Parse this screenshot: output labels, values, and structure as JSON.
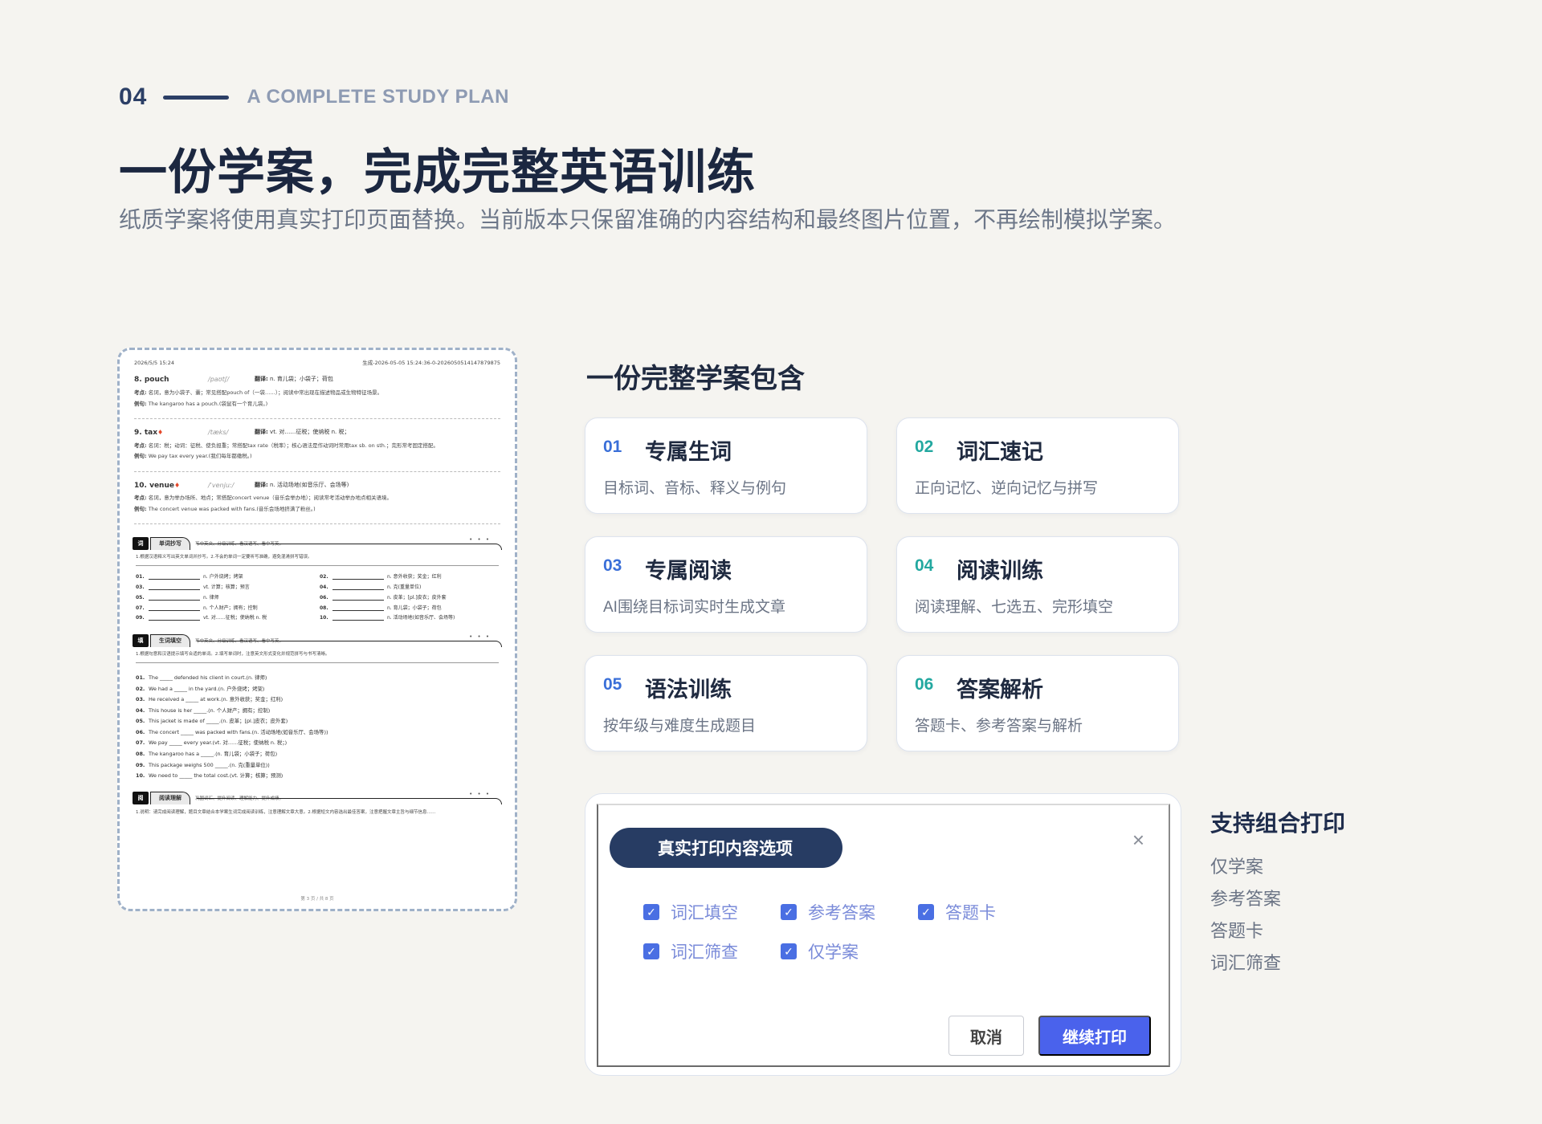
{
  "header": {
    "section_number": "04",
    "eyebrow": "A COMPLETE STUDY PLAN",
    "title": "一份学案，完成完整英语训练",
    "subtitle": "纸质学案将使用真实打印页面替换。当前版本只保留准确的内容结构和最终图片位置，不再绘制模拟学案。"
  },
  "worksheet": {
    "date": "2026/5/5 15:24",
    "doc_id": "生成-2026-05-05 15:24:36-0-2026050514147879875",
    "words": [
      {
        "name": "8.  pouch",
        "phonetic": "/paʊtʃ/",
        "translation_label": "翻译:",
        "translation": "n. 育儿袋；小袋子；荷包",
        "tip_label": "考点:",
        "tip": "名词，意为小袋子、囊；常见搭配pouch of（一袋……）；阅读中常出现在描述物品或生物特征场景。",
        "example_label": "例句:",
        "example": "The kangaroo has a pouch.(袋鼠有一个育儿袋。)"
      },
      {
        "name": "9.  tax",
        "phonetic": "/tæks/",
        "translation_label": "翻译:",
        "translation": "vt. 对……征税；使纳税 n. 税；",
        "tip_label": "考点:",
        "tip": "名词：税；动词：征税、使负担重；常搭配tax rate（税率）；核心语法是作动词时常用tax sb. on sth.；完形常考固定搭配。",
        "example_label": "例句:",
        "example": "We pay tax every year.(我们每年都缴税。)"
      },
      {
        "name": "10.  venue",
        "phonetic": "/ˈvenjuː/",
        "translation_label": "翻译:",
        "translation": "n. 活动场地(如音乐厅、会场等)",
        "tip_label": "考点:",
        "tip": "名词，意为举办场所、地点；常搭配concert venue（音乐会举办地）；阅读常考活动举办地点相关语境。",
        "example_label": "例句:",
        "example": "The concert venue was packed with fans.(音乐会场地挤满了粉丝。)"
      }
    ],
    "sections": [
      {
        "badge": "词",
        "name": "单词抄写",
        "desc": "写中英文、分级训练、看汉语写、看中写英。",
        "note": "1.根据汉语释义写出英文单词并抄写。2.不会的单词一定要听写准确，避免混淆拼写错误。"
      },
      {
        "badge": "填",
        "name": "生词填空",
        "desc": "写中英文、分级训练、看汉语写、看中写英。",
        "note": "1.根据句意和汉语提示填写合适的单词。2.填写单词时，注意英文形式变化并规范拼写与书写清晰。"
      },
      {
        "badge": "阅",
        "name": "阅读理解",
        "desc": "巩固词汇、提升阅读、理解能力、提升成绩。",
        "note": "1.说明：请完成阅读理解，题目文章结合本学案生词完成阅读训练，注意理解文章大意。2.根据短文内容选出最佳答案，注意把握文章主旨与细节信息……"
      }
    ],
    "copy_items": [
      {
        "n": "01.",
        "hint": "n. 户外烧烤；烤架"
      },
      {
        "n": "02.",
        "hint": "n. 意外收获；奖金；红利"
      },
      {
        "n": "03.",
        "hint": "vt. 计算；核算；预言"
      },
      {
        "n": "04.",
        "hint": "n. 克(重量单位)"
      },
      {
        "n": "05.",
        "hint": "n. 律师"
      },
      {
        "n": "06.",
        "hint": "n. 皮革；[pl.]皮衣；皮外套"
      },
      {
        "n": "07.",
        "hint": "n. 个人财产；拥有；控制"
      },
      {
        "n": "08.",
        "hint": "n. 育儿袋；小袋子；荷包"
      },
      {
        "n": "09.",
        "hint": "vt. 对……征税；使纳税 n. 税"
      },
      {
        "n": "10.",
        "hint": "n. 活动场地(如音乐厅、会场等)"
      }
    ],
    "fill_items": [
      {
        "n": "01.",
        "text": "The _____ defended his client in court.(n. 律师)"
      },
      {
        "n": "02.",
        "text": "We had a _____ in the yard.(n. 户外烧烤；烤架)"
      },
      {
        "n": "03.",
        "text": "He received a _____ at work.(n. 意外收获；奖金；红利)"
      },
      {
        "n": "04.",
        "text": "This house is her _____.(n. 个人财产；拥有；控制)"
      },
      {
        "n": "05.",
        "text": "This jacket is made of _____.(n. 皮革；[pl.]皮衣；皮外套)"
      },
      {
        "n": "06.",
        "text": "The concert _____ was packed with fans.(n. 活动场地(如音乐厅、会场等))"
      },
      {
        "n": "07.",
        "text": "We pay _____ every year.(vt. 对……征税；使纳税 n. 税；)"
      },
      {
        "n": "08.",
        "text": "The kangaroo has a _____.(n. 育儿袋；小袋子；荷包)"
      },
      {
        "n": "09.",
        "text": "This package weighs 500 _____.(n. 克(重量单位))"
      },
      {
        "n": "10.",
        "text": "We need to _____ the total cost.(vt. 计算；核算；预测)"
      }
    ],
    "footer": "第 3 页 / 共 8 页"
  },
  "content": {
    "heading": "一份完整学案包含",
    "cards": [
      {
        "num": "01",
        "title": "专属生词",
        "desc": "目标词、音标、释义与例句"
      },
      {
        "num": "02",
        "title": "词汇速记",
        "desc": "正向记忆、逆向记忆与拼写"
      },
      {
        "num": "03",
        "title": "专属阅读",
        "desc": "AI围绕目标词实时生成文章"
      },
      {
        "num": "04",
        "title": "阅读训练",
        "desc": "阅读理解、七选五、完形填空"
      },
      {
        "num": "05",
        "title": "语法训练",
        "desc": "按年级与难度生成题目"
      },
      {
        "num": "06",
        "title": "答案解析",
        "desc": "答题卡、参考答案与解析"
      }
    ]
  },
  "print_dialog": {
    "ghost_title": "打印",
    "pill_title": "真实打印内容选项",
    "options": [
      {
        "label": "词汇填空",
        "checked": true
      },
      {
        "label": "参考答案",
        "checked": true
      },
      {
        "label": "答题卡",
        "checked": true
      },
      {
        "label": "词汇筛查",
        "checked": true
      },
      {
        "label": "仅学案",
        "checked": true
      }
    ],
    "cancel_label": "取消",
    "confirm_label": "继续打印",
    "check_glyph": "✓",
    "close_glyph": "×"
  },
  "combo": {
    "title": "支持组合打印",
    "items": [
      "仅学案",
      "参考答案",
      "答题卡",
      "词汇筛查"
    ]
  },
  "colors": {
    "navy": "#273c63",
    "accent_blue": "#3a6fd8",
    "accent_teal": "#23a8a0",
    "print_button": "#4a62ec"
  }
}
